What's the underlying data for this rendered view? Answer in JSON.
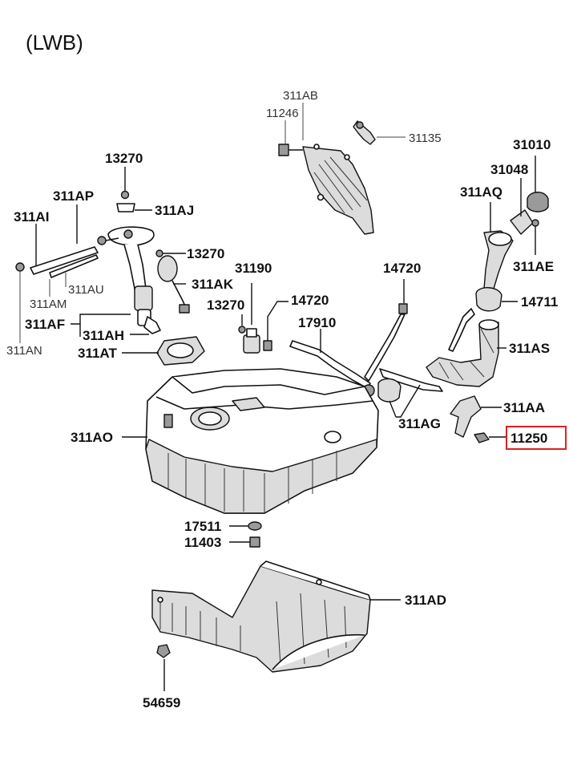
{
  "title": "(LWB)",
  "highlight_color": "#e02020",
  "labels": {
    "p311AB": "311AB",
    "p11246": "11246",
    "p31135": "31135",
    "p13270a": "13270",
    "p311AP": "311AP",
    "p311AJ": "311AJ",
    "p311AI": "311AI",
    "p311AU": "311AU",
    "p311AM": "311AM",
    "p311AN": "311AN",
    "p311AF": "311AF",
    "p311AH": "311AH",
    "p311AT": "311AT",
    "p13270b": "13270",
    "p311AK": "311AK",
    "p31190": "31190",
    "p13270c": "13270",
    "p14720a": "14720",
    "p17910": "17910",
    "p14720b": "14720",
    "p31010": "31010",
    "p31048": "31048",
    "p311AQ": "311AQ",
    "p311AE": "311AE",
    "p14711": "14711",
    "p311AS": "311AS",
    "p311AA": "311AA",
    "p311AG": "311AG",
    "p11250": "11250",
    "p311AO": "311AO",
    "p17511": "17511",
    "p11403": "11403",
    "p311AD": "311AD",
    "p54659": "54659"
  }
}
